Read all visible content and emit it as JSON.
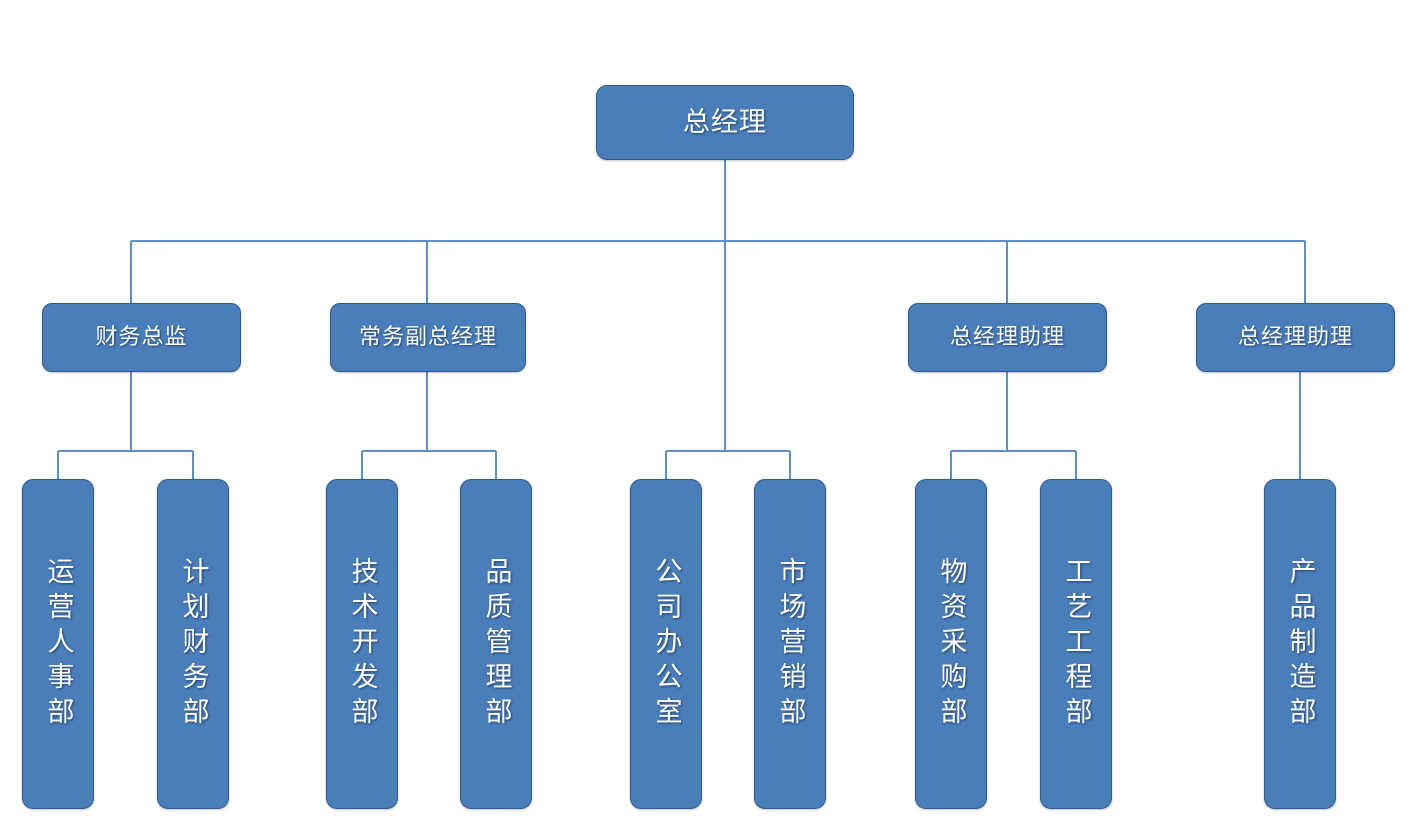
{
  "chart_data": {
    "type": "diagram",
    "diagram_type": "organization-chart",
    "title": "",
    "orientation": "top-down",
    "theme": {
      "node_fill": "#4a7ebb",
      "node_border": "#2e5b8f",
      "node_text": "#ffffff",
      "connector": "#5b8fc9",
      "background": "#ffffff"
    },
    "levels": 3,
    "nodes": [
      {
        "id": "gm",
        "label": "总经理",
        "level": 1,
        "parent": null
      },
      {
        "id": "cfo",
        "label": "财务总监",
        "level": 2,
        "parent": "gm"
      },
      {
        "id": "evgm",
        "label": "常务副总经理",
        "level": 2,
        "parent": "gm"
      },
      {
        "id": "asst1",
        "label": "总经理助理",
        "level": 2,
        "parent": "gm"
      },
      {
        "id": "asst2",
        "label": "总经理助理",
        "level": 2,
        "parent": "gm"
      },
      {
        "id": "ops_hr",
        "label": "运营人事部",
        "level": 3,
        "parent": "cfo"
      },
      {
        "id": "plan_fin",
        "label": "计划财务部",
        "level": 3,
        "parent": "cfo"
      },
      {
        "id": "tech_dev",
        "label": "技术开发部",
        "level": 3,
        "parent": "evgm"
      },
      {
        "id": "quality",
        "label": "品质管理部",
        "level": 3,
        "parent": "evgm"
      },
      {
        "id": "office",
        "label": "公司办公室",
        "level": 3,
        "parent": "gm"
      },
      {
        "id": "marketing",
        "label": "市场营销部",
        "level": 3,
        "parent": "gm"
      },
      {
        "id": "purchase",
        "label": "物资采购部",
        "level": 3,
        "parent": "asst1"
      },
      {
        "id": "process",
        "label": "工艺工程部",
        "level": 3,
        "parent": "asst1"
      },
      {
        "id": "manufact",
        "label": "产品制造部",
        "level": 3,
        "parent": "asst2"
      }
    ]
  },
  "root": {
    "label": "总经理"
  },
  "level2": [
    {
      "label": "财务总监"
    },
    {
      "label": "常务副总经理"
    },
    {
      "label": "总经理助理"
    },
    {
      "label": "总经理助理"
    }
  ],
  "departments": [
    {
      "label": "运营人事部"
    },
    {
      "label": "计划财务部"
    },
    {
      "label": "技术开发部"
    },
    {
      "label": "品质管理部"
    },
    {
      "label": "公司办公室"
    },
    {
      "label": "市场营销部"
    },
    {
      "label": "物资采购部"
    },
    {
      "label": "工艺工程部"
    },
    {
      "label": "产品制造部"
    }
  ]
}
